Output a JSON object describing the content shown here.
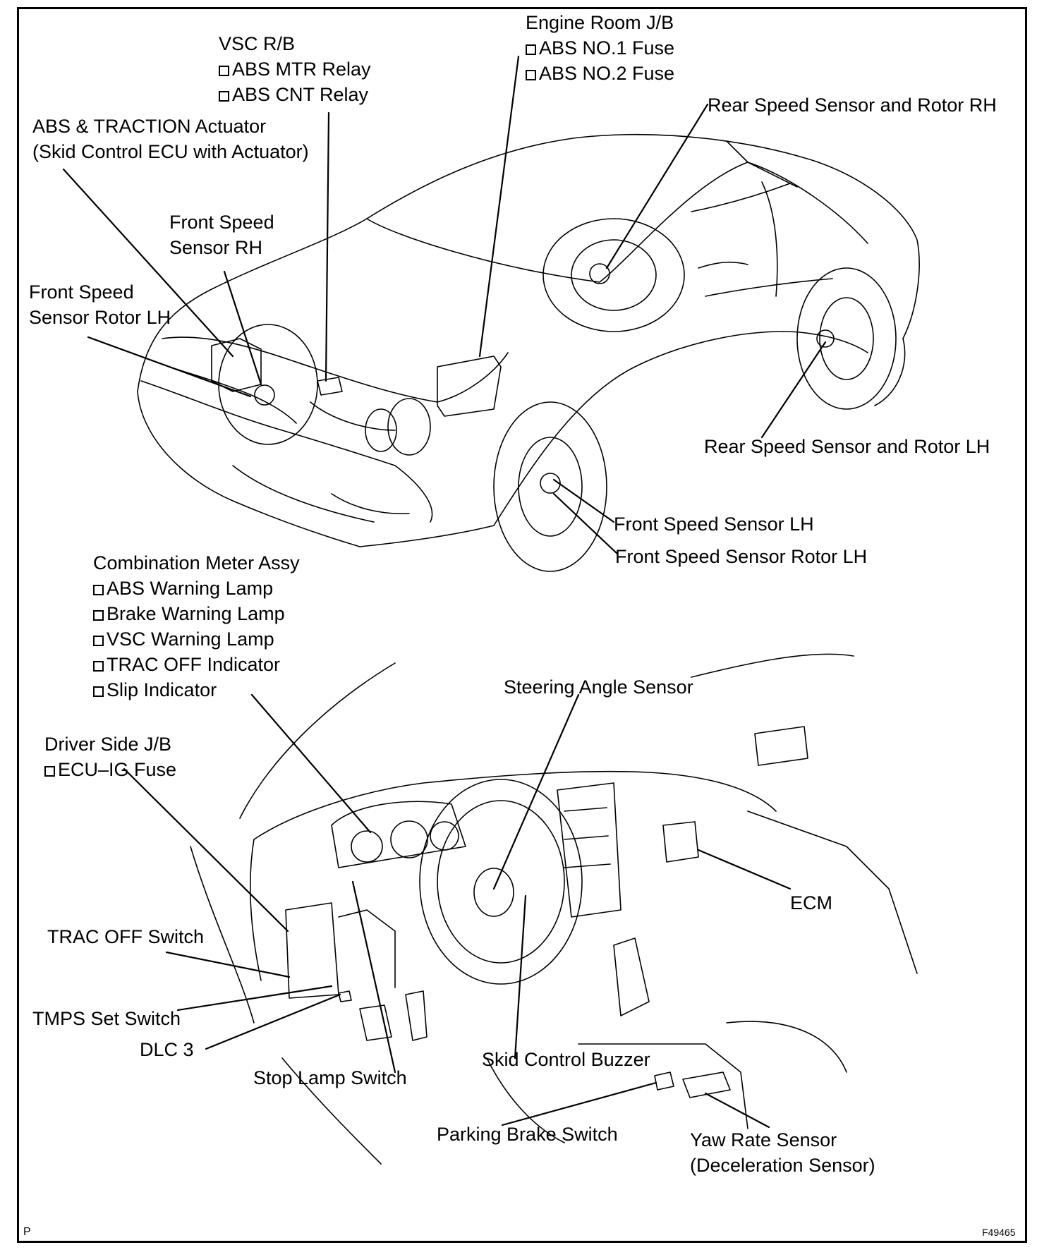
{
  "labels": {
    "engine_room_jb": {
      "title": "Engine Room J/B",
      "items": [
        "ABS NO.1 Fuse",
        "ABS NO.2 Fuse"
      ]
    },
    "vsc_rb": {
      "title": "VSC R/B",
      "items": [
        "ABS MTR Relay",
        "ABS CNT Relay"
      ]
    },
    "abs_traction_actuator": {
      "line1": "ABS & TRACTION Actuator",
      "line2": "(Skid Control ECU with Actuator)"
    },
    "rear_speed_sensor_rh": "Rear Speed Sensor and Rotor RH",
    "front_speed_sensor_rh": {
      "line1": "Front Speed",
      "line2": "Sensor RH"
    },
    "front_speed_sensor_rotor_lh_top": {
      "line1": "Front Speed",
      "line2": "Sensor Rotor LH"
    },
    "rear_speed_sensor_lh": "Rear Speed Sensor and Rotor LH",
    "front_speed_sensor_lh": "Front Speed Sensor LH",
    "front_speed_sensor_rotor_lh": "Front Speed Sensor Rotor LH",
    "combination_meter": {
      "title": "Combination Meter Assy",
      "items": [
        "ABS Warning Lamp",
        "Brake Warning Lamp",
        "VSC Warning Lamp",
        "TRAC OFF Indicator",
        "Slip Indicator"
      ]
    },
    "steering_angle_sensor": "Steering Angle Sensor",
    "driver_side_jb": {
      "title": "Driver Side J/B",
      "items": [
        "ECU–IG Fuse"
      ]
    },
    "ecm": "ECM",
    "trac_off_switch": "TRAC OFF Switch",
    "tmps_set_switch": "TMPS Set Switch",
    "dlc3": "DLC 3",
    "stop_lamp_switch": "Stop Lamp Switch",
    "skid_control_buzzer": "Skid Control Buzzer",
    "parking_brake_switch": "Parking Brake Switch",
    "yaw_rate_sensor": {
      "line1": "Yaw Rate Sensor",
      "line2": "(Deceleration Sensor)"
    }
  },
  "corner": {
    "left": "P",
    "right": "F49465"
  }
}
